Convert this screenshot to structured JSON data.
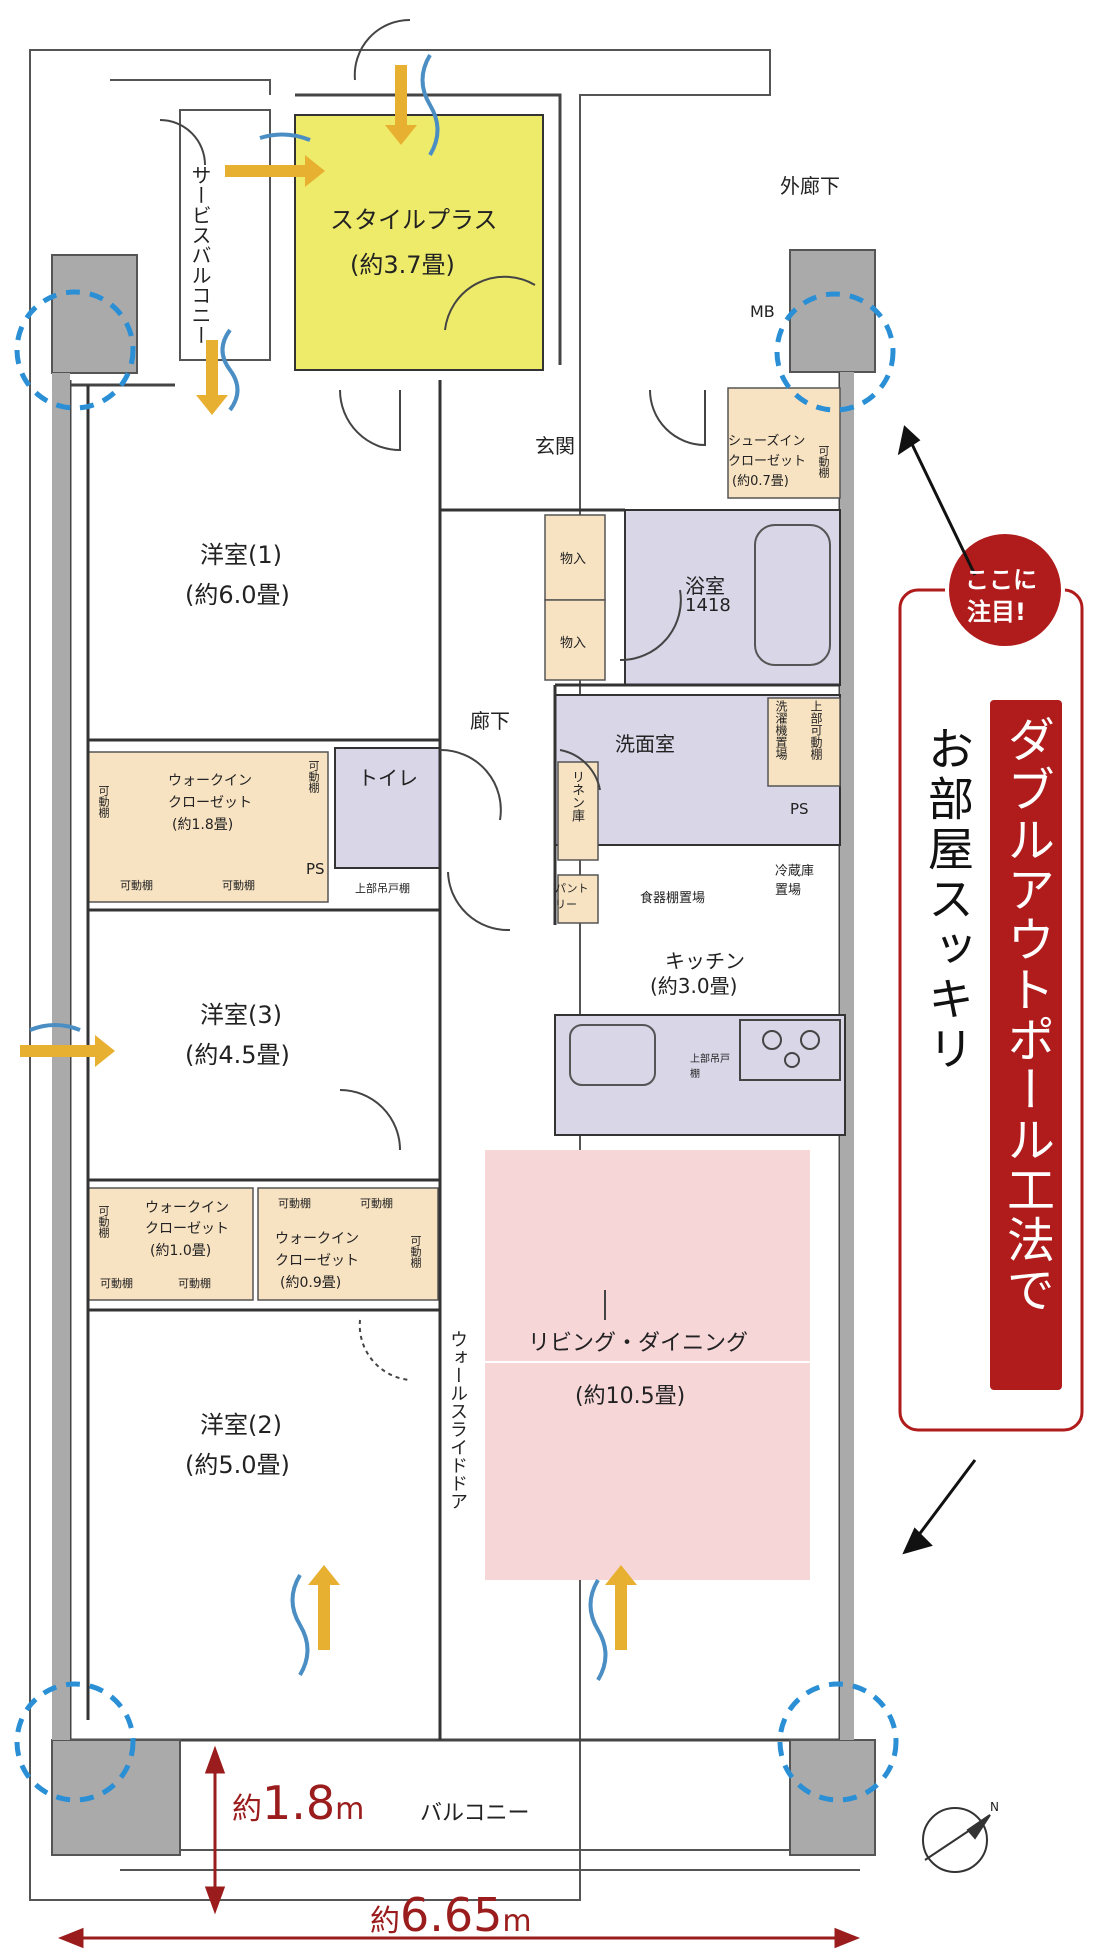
{
  "rooms": {
    "style_plus": {
      "name": "スタイルプラス",
      "size": "(約3.7畳)"
    },
    "service_balcony": "サービスバルコニー",
    "outer_corridor": "外廊下",
    "mb": "MB",
    "entrance": "玄関",
    "shoes_closet": {
      "line1": "シューズイン",
      "line2": "クローゼット",
      "line3": "(約0.7畳)",
      "shelf": "可動棚"
    },
    "western1": {
      "name": "洋室(1)",
      "size": "(約6.0畳)"
    },
    "storage1": "物入",
    "storage2": "物入",
    "bathroom": {
      "name": "浴室",
      "code": "1418"
    },
    "hallway": "廊下",
    "washroom": "洗面室",
    "washer": "洗濯機置場",
    "upper_shelf_wash": "上部可動棚",
    "toilet": "トイレ",
    "toilet_shelf": "上部吊戸棚",
    "linen": "リネン庫",
    "ps1": "PS",
    "ps2": "PS",
    "pantry": "パントリー",
    "dish_shelf": "食器棚置場",
    "fridge": "冷蔵庫置場",
    "wic1": {
      "line1": "ウォークイン",
      "line2": "クローゼット",
      "line3": "(約1.8畳)",
      "shelf_left": "可動棚",
      "shelf_right": "可動棚",
      "shelf_b1": "可動棚",
      "shelf_b2": "可動棚"
    },
    "kitchen": {
      "name": "キッチン",
      "size": "(約3.0畳)",
      "upper": "上部吊戸棚"
    },
    "western3": {
      "name": "洋室(3)",
      "size": "(約4.5畳)"
    },
    "wic2": {
      "line1": "ウォークイン",
      "line2": "クローゼット",
      "line3": "(約1.0畳)",
      "shelf_side": "可動棚",
      "shelf_b1": "可動棚",
      "shelf_b2": "可動棚"
    },
    "wic3": {
      "line1": "ウォークイン",
      "line2": "クローゼット",
      "line3": "(約0.9畳)",
      "shelf_t1": "可動棚",
      "shelf_t2": "可動棚",
      "shelf_side": "可動棚"
    },
    "living": {
      "name": "リビング・ダイニング",
      "size": "(約10.5畳)"
    },
    "wall_slide": "ウォールスライドドア",
    "western2": {
      "name": "洋室(2)",
      "size": "(約5.0畳)"
    },
    "balcony": "バルコニー"
  },
  "dimensions": {
    "depth_prefix": "約",
    "depth_value": "1.8",
    "depth_unit": "m",
    "width_prefix": "約",
    "width_value": "6.65",
    "width_unit": "m"
  },
  "callout": {
    "badge_line1": "ここに",
    "badge_line2": "注目!",
    "red_text": "ダブルアウトポール工法で",
    "black_text": "お部屋スッキリ"
  },
  "compass": {
    "north": "N"
  },
  "colors": {
    "style_plus": "#eeeb6a",
    "living": "#f7d6d8",
    "wet_area": "#d9d6e8",
    "storage": "#f7e2c2",
    "column": "#aaaaaa",
    "accent_red": "#b01b1b",
    "dashed_blue": "#2b8fd6",
    "arrow_yellow": "#e8b030",
    "arrow_blue": "#4a8ec4"
  }
}
